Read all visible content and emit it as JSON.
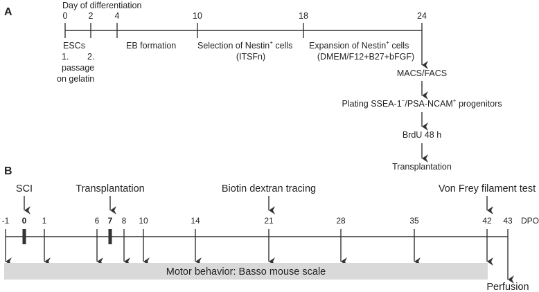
{
  "panel_a": {
    "label": "A",
    "axis_title": "Day of differentiation",
    "days": [
      "0",
      "2",
      "4",
      "10",
      "18",
      "24"
    ],
    "stages": {
      "escs": "ESCs",
      "passage_1": "1.",
      "passage_2": "2.",
      "passage_word": "passage",
      "on_gelatin": "on gelatin",
      "eb_formation": "EB formation",
      "selection_line1": "Selection of Nestin",
      "selection_sup": "+",
      "selection_line1_end": " cells",
      "selection_line2": "(ITSFn)",
      "expansion_line1": "Expansion of Nestin",
      "expansion_sup": "+",
      "expansion_line1_end": " cells",
      "expansion_line2": "(DMEM/F12+B27+bFGF)"
    },
    "flow": {
      "sort": "MACS/FACS",
      "plating_prefix": "Plating SSEA-1",
      "plating_sup1": "−",
      "plating_mid": "/PSA-NCAM",
      "plating_sup2": "+",
      "plating_suffix": " progenitors",
      "brdu": "BrdU 48 h",
      "transplantation": "Transplantation"
    }
  },
  "panel_b": {
    "label": "B",
    "events": {
      "sci": "SCI",
      "transplantation": "Transplantation",
      "tracing": "Biotin dextran tracing",
      "von_frey": "Von Frey filament test"
    },
    "ticks": [
      "-1",
      "0",
      "1",
      "6",
      "7",
      "8",
      "10",
      "14",
      "21",
      "28",
      "35",
      "42",
      "43"
    ],
    "unit": "DPO",
    "behavior_bar": "Motor behavior: Basso mouse scale",
    "perfusion": "Perfusion"
  }
}
